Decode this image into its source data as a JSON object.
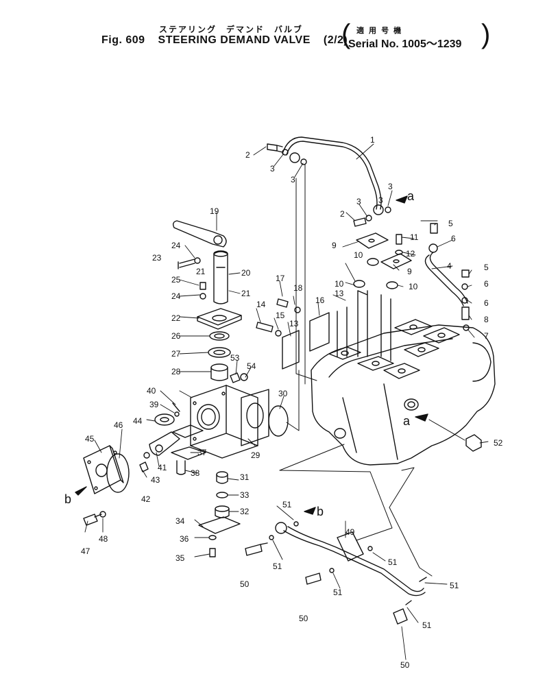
{
  "header": {
    "figure": "Fig. 609",
    "title_jp": "ステアリング　デマンド　バルブ",
    "title": "STEERING DEMAND VALVE",
    "sheet": "(2/2)",
    "serial_jp": "適 用 号 機",
    "serial": "Serial No. 1005～1239"
  },
  "callouts": [
    "1",
    "2",
    "3",
    "3",
    "3",
    "2",
    "3",
    "3",
    "4",
    "5",
    "5",
    "6",
    "6",
    "6",
    "7",
    "8",
    "9",
    "9",
    "10",
    "10",
    "10",
    "11",
    "12",
    "13",
    "13",
    "14",
    "15",
    "16",
    "17",
    "18",
    "19",
    "20",
    "21",
    "21",
    "22",
    "23",
    "24",
    "24",
    "25",
    "26",
    "27",
    "28",
    "29",
    "30",
    "31",
    "32",
    "33",
    "34",
    "35",
    "36",
    "37",
    "38",
    "39",
    "40",
    "41",
    "42",
    "43",
    "44",
    "45",
    "46",
    "47",
    "48",
    "49",
    "50",
    "50",
    "50",
    "51",
    "51",
    "51",
    "51",
    "51",
    "51",
    "52",
    "53",
    "54"
  ],
  "refs": [
    "a",
    "a",
    "b",
    "b"
  ]
}
